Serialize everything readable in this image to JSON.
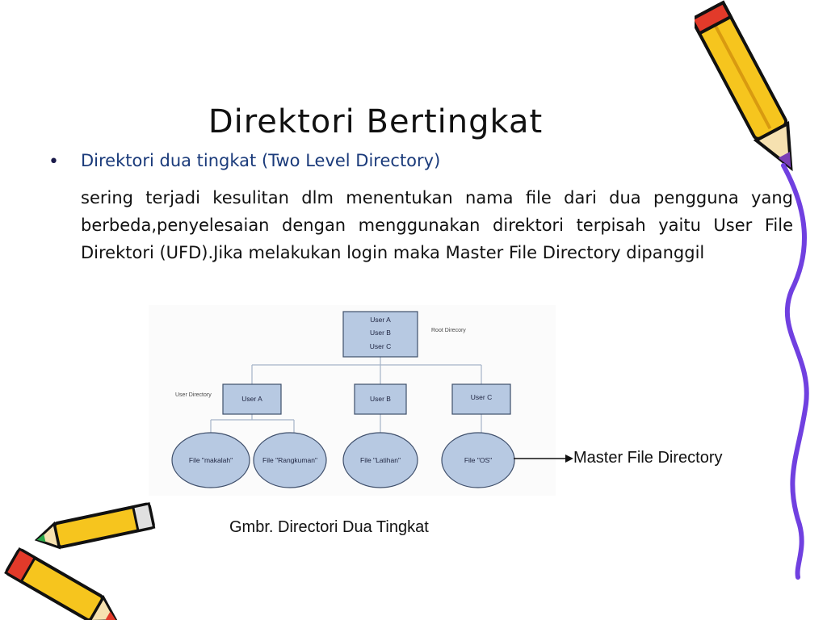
{
  "slide": {
    "title": "Direktori Bertingkat",
    "bullet": "Direktori dua tingkat (Two Level Directory)",
    "paragraph": "sering terjadi kesulitan dlm menentukan nama file dari dua pengguna yang berbeda,penyelesaian dengan menggunakan direktori terpisah yaitu User File Direktori (UFD).Jika melakukan login maka Master File Directory dipanggil",
    "annotation": "Master File Directory",
    "caption": "Gmbr. Directori Dua Tingkat"
  },
  "diagram": {
    "root": {
      "lines": [
        "User A",
        "User B",
        "User C"
      ],
      "side_label": "Root Direcory"
    },
    "user_level_label": "User Directory",
    "user_nodes": [
      "User A",
      "User B",
      "User C"
    ],
    "file_nodes": [
      "File \"makalah\"",
      "File \"Rangkuman\"",
      "File \"Latihan\"",
      "File \"OS\""
    ]
  },
  "colors": {
    "node_fill": "#b7c9e2",
    "node_stroke": "#3f4f6b",
    "connector": "#a5b4c8",
    "bullet_text": "#1a3a7a"
  },
  "icons": [
    "pencil-icon",
    "pencil-icon",
    "pencil-icon"
  ]
}
